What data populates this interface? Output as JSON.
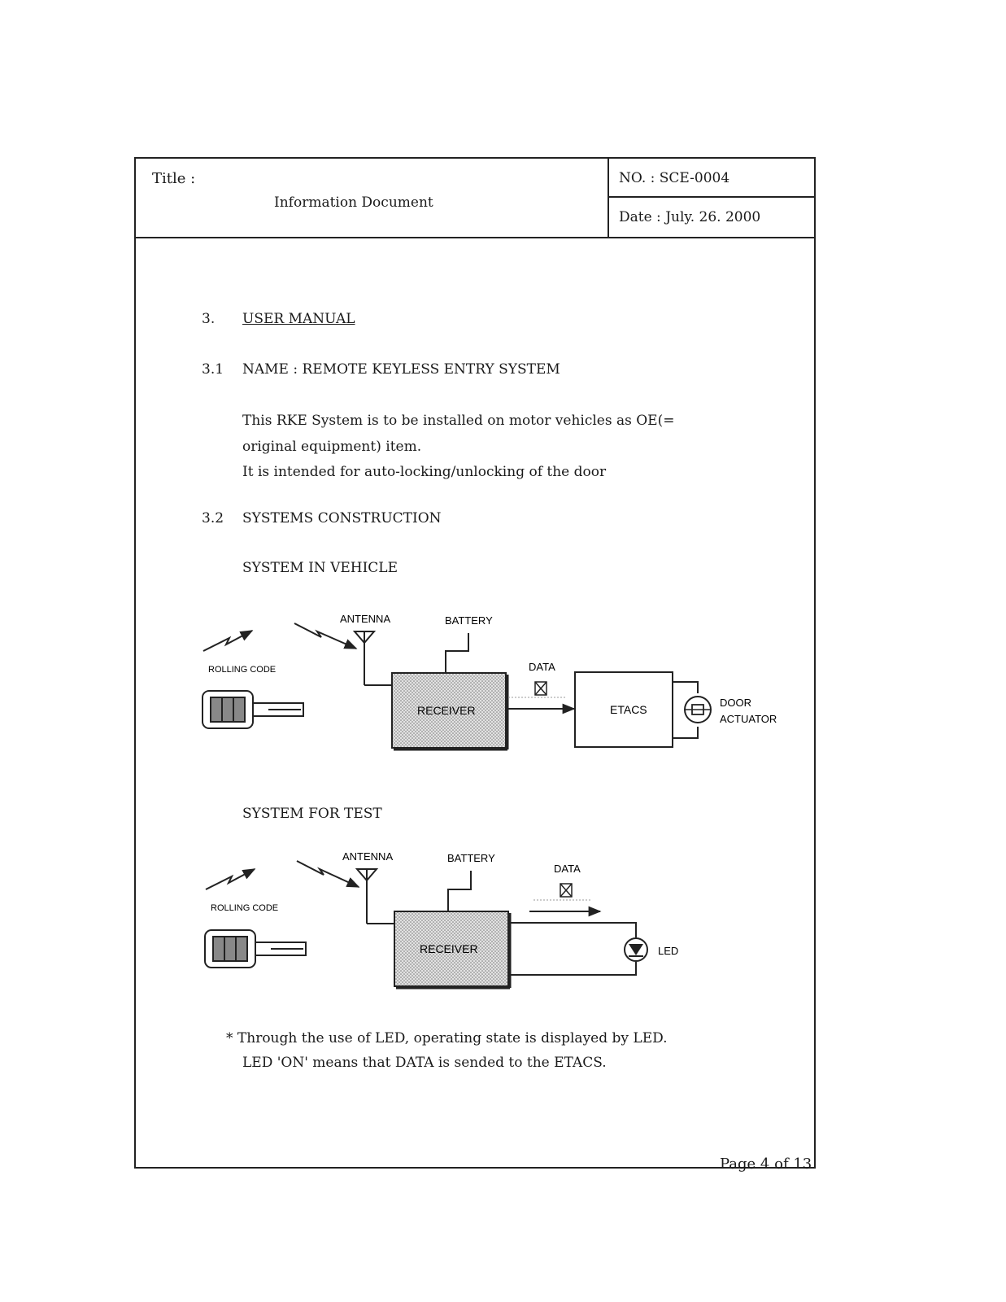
{
  "header": {
    "title_label": "Title :",
    "title_value": "Information Document",
    "no": "NO.  : SCE-0004",
    "date": "Date : July. 26. 2000"
  },
  "section": {
    "number": "3.",
    "heading": "USER MANUAL"
  },
  "sub1": {
    "number": "3.1",
    "heading": "NAME : REMOTE KEYLESS ENTRY SYSTEM",
    "para": [
      "This RKE System is to be installed on motor vehicles as OE(=",
      "original equipment) item.",
      "It is intended for auto-locking/unlocking of the door"
    ]
  },
  "sub2": {
    "number": "3.2",
    "heading": "SYSTEMS CONSTRUCTION"
  },
  "vehicle": {
    "title": "SYSTEM IN VEHICLE",
    "antenna": "ANTENNA",
    "battery": "BATTERY",
    "rolling_code": "ROLLING CODE",
    "data": "DATA",
    "receiver": "RECEIVER",
    "etacs": "ETACS",
    "door": "DOOR",
    "actuator": "ACTUATOR"
  },
  "test": {
    "title": "SYSTEM FOR TEST",
    "antenna": "ANTENNA",
    "battery": "BATTERY",
    "rolling_code": "ROLLING CODE",
    "data": "DATA",
    "receiver": "RECEIVER",
    "led": "LED"
  },
  "note": {
    "line1": "* Through the use of LED, operating state is displayed by LED.",
    "line2": "LED 'ON' means that DATA is sended to the ETACS."
  },
  "footer": {
    "page": "Page 4 of 13"
  }
}
